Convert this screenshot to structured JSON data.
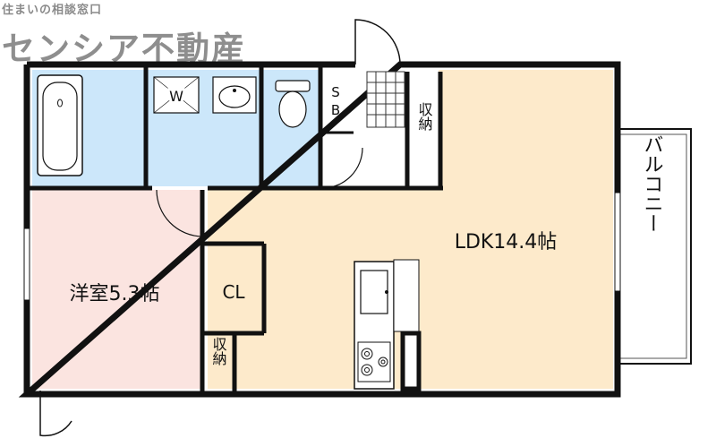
{
  "brand": {
    "tagline": "住まいの相談窓口",
    "company": "センシア不動産"
  },
  "rooms": {
    "ldk": "LDK14.4帖",
    "western": "洋室5.3帖",
    "closet": "CL",
    "storage_top": "収納",
    "storage_bottom": "収納",
    "washer": "W",
    "shoe_box_s": "S",
    "shoe_box_b": "B",
    "balcony": "バルコニー"
  },
  "colors": {
    "ldk_floor": "#fdeacb",
    "western_floor": "#fbe4e0",
    "wet_area": "#cce7fa",
    "wall": "#111111",
    "brand_text": "#8e8e8e"
  }
}
